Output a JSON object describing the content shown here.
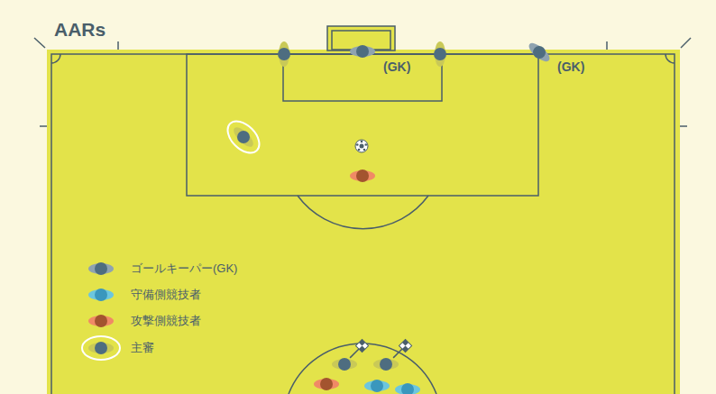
{
  "diagram": {
    "title": "AARs",
    "labels": [
      "(GK)",
      "(GK)"
    ],
    "legend": [
      {
        "text": "ゴールキーパー(GK)"
      },
      {
        "text": "守備側競技者"
      },
      {
        "text": "攻撃側競技者"
      },
      {
        "text": "主審"
      }
    ]
  }
}
